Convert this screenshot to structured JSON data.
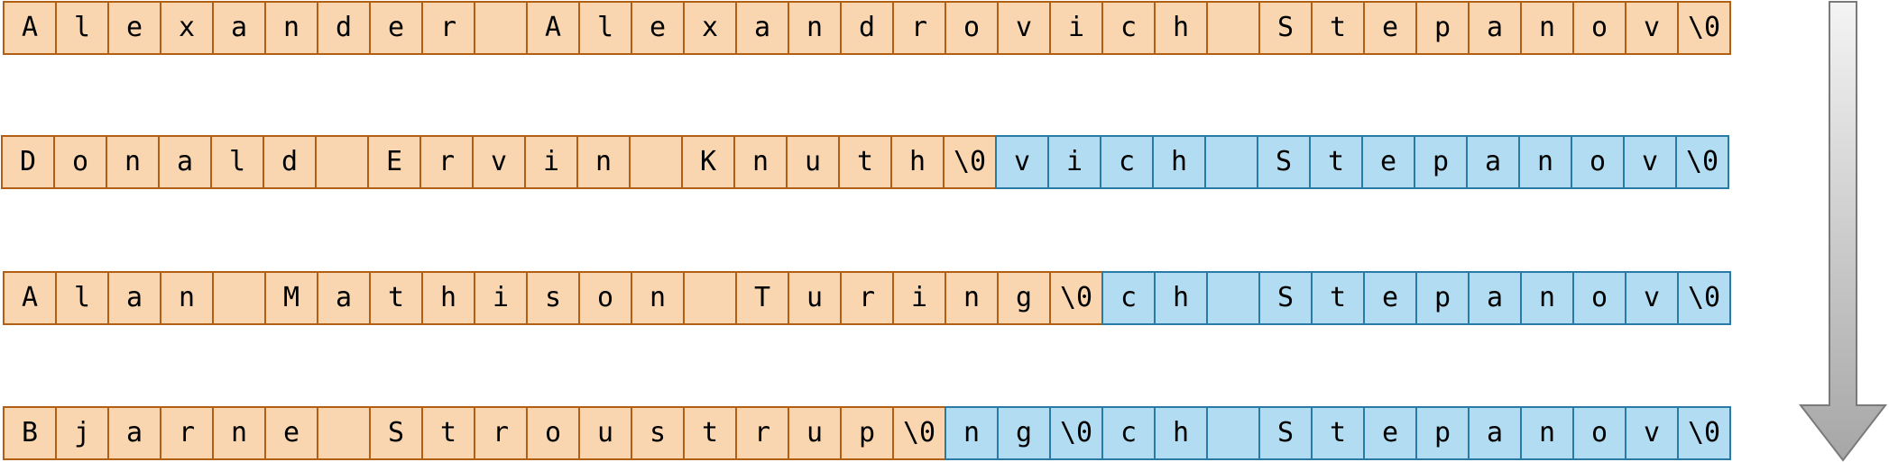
{
  "colors": {
    "written_fill": "#f9d6b0",
    "written_border": "#b05f14",
    "stale_fill": "#b1dcf1",
    "stale_border": "#2a7aa6",
    "arrow_light": "#f4f4f4",
    "arrow_dark": "#a6a6a6",
    "arrow_border": "#7a7a7a"
  },
  "rows": [
    {
      "name": "Alexander Alexandrovich Stepanov",
      "written": [
        "A",
        "l",
        "e",
        "x",
        "a",
        "n",
        "d",
        "e",
        "r",
        " ",
        "A",
        "l",
        "e",
        "x",
        "a",
        "n",
        "d",
        "r",
        "o",
        "v",
        "i",
        "c",
        "h",
        " ",
        "S",
        "t",
        "e",
        "p",
        "a",
        "n",
        "o",
        "v",
        "\\0"
      ],
      "stale": []
    },
    {
      "name": "Donald Ervin Knuth",
      "written": [
        "D",
        "o",
        "n",
        "a",
        "l",
        "d",
        " ",
        "E",
        "r",
        "v",
        "i",
        "n",
        " ",
        "K",
        "n",
        "u",
        "t",
        "h",
        "\\0"
      ],
      "stale": [
        "v",
        "i",
        "c",
        "h",
        " ",
        "S",
        "t",
        "e",
        "p",
        "a",
        "n",
        "o",
        "v",
        "\\0"
      ]
    },
    {
      "name": "Alan Mathison Turing",
      "written": [
        "A",
        "l",
        "a",
        "n",
        " ",
        "M",
        "a",
        "t",
        "h",
        "i",
        "s",
        "o",
        "n",
        " ",
        "T",
        "u",
        "r",
        "i",
        "n",
        "g",
        "\\0"
      ],
      "stale": [
        "c",
        "h",
        " ",
        "S",
        "t",
        "e",
        "p",
        "a",
        "n",
        "o",
        "v",
        "\\0"
      ]
    },
    {
      "name": "Bjarne Stroustrup",
      "written": [
        "B",
        "j",
        "a",
        "r",
        "n",
        "e",
        " ",
        "S",
        "t",
        "r",
        "o",
        "u",
        "s",
        "t",
        "r",
        "u",
        "p",
        "\\0"
      ],
      "stale": [
        "n",
        "g",
        "\\0",
        "c",
        "h",
        " ",
        "S",
        "t",
        "e",
        "p",
        "a",
        "n",
        "o",
        "v",
        "\\0"
      ]
    }
  ]
}
